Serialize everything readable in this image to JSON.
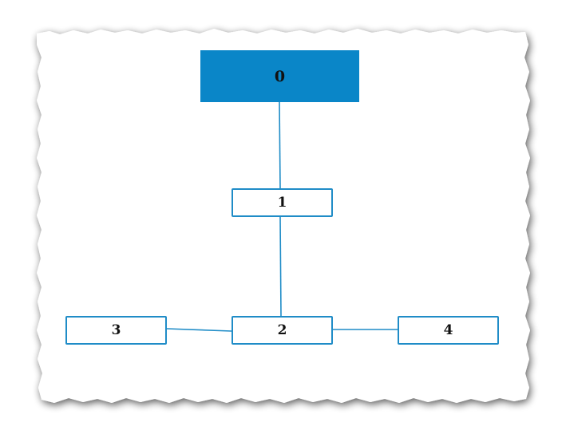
{
  "diagram": {
    "colors": {
      "accent": "#0a86c8",
      "border": "#1f8cc7",
      "connector": "#1f8cc7",
      "text": "#111111",
      "paper": "#ffffff"
    },
    "nodes": [
      {
        "id": "0",
        "label": "0"
      },
      {
        "id": "1",
        "label": "1"
      },
      {
        "id": "2",
        "label": "2"
      },
      {
        "id": "3",
        "label": "3"
      },
      {
        "id": "4",
        "label": "4"
      }
    ],
    "edges": [
      {
        "from": "0",
        "to": "1"
      },
      {
        "from": "1",
        "to": "2"
      },
      {
        "from": "2",
        "to": "3"
      },
      {
        "from": "2",
        "to": "4"
      }
    ]
  }
}
